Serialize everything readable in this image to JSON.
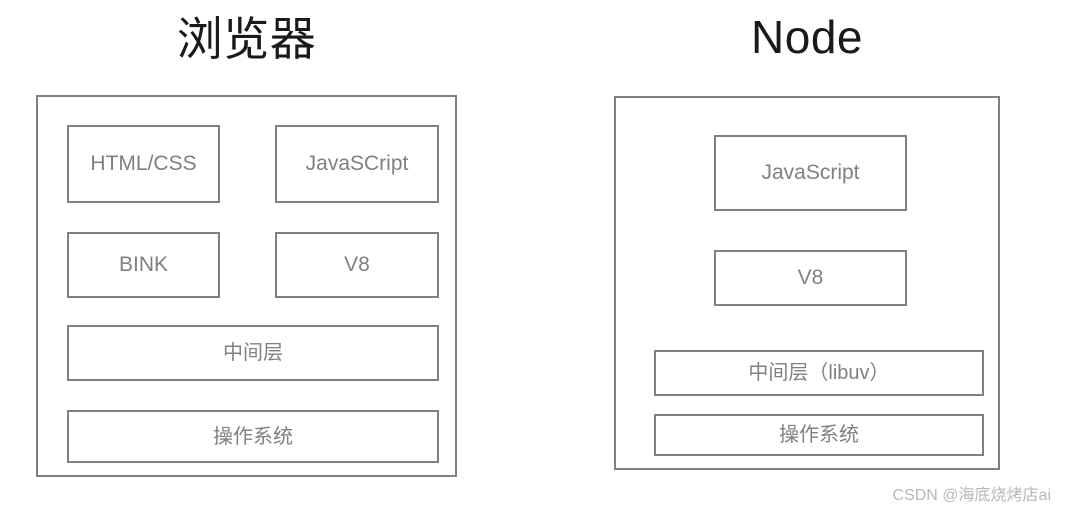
{
  "diagram": {
    "type": "architecture-comparison",
    "watermark": "CSDN @海底烧烤店ai",
    "colors": {
      "background": "#ffffff",
      "box_border": "#808080",
      "box_label_text": "#808080",
      "title_text": "#1a1a1a",
      "watermark_text": "#b8b8b8"
    },
    "panels": [
      {
        "id": "browser",
        "title": "浏览器",
        "rows": [
          {
            "layout": "two-column",
            "cells": [
              {
                "id": "html-css",
                "label": "HTML/CSS"
              },
              {
                "id": "javascript",
                "label": "JavaSCript"
              }
            ]
          },
          {
            "layout": "two-column",
            "cells": [
              {
                "id": "bink",
                "label": "BINK"
              },
              {
                "id": "v8-browser",
                "label": "V8"
              }
            ]
          },
          {
            "layout": "full-width",
            "cells": [
              {
                "id": "middle-browser",
                "label": "中间层"
              }
            ]
          },
          {
            "layout": "full-width",
            "cells": [
              {
                "id": "os-browser",
                "label": "操作系统"
              }
            ]
          }
        ]
      },
      {
        "id": "node",
        "title": "Node",
        "rows": [
          {
            "layout": "centered",
            "cells": [
              {
                "id": "javascript-node",
                "label": "JavaScript"
              }
            ]
          },
          {
            "layout": "centered",
            "cells": [
              {
                "id": "v8-node",
                "label": "V8"
              }
            ]
          },
          {
            "layout": "full-width",
            "cells": [
              {
                "id": "middle-node",
                "label": "中间层（libuv）"
              }
            ]
          },
          {
            "layout": "full-width",
            "cells": [
              {
                "id": "os-node",
                "label": "操作系统"
              }
            ]
          }
        ]
      }
    ]
  }
}
